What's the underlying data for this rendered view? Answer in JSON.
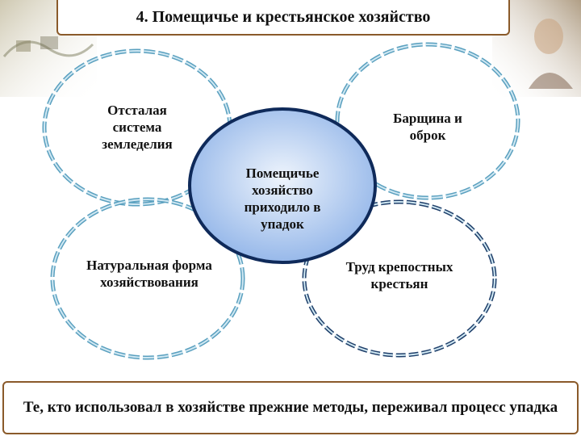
{
  "title": "4. Помещичье и крестьянское хозяйство",
  "center": {
    "text": "Помещичье хозяйство приходило в упадок"
  },
  "factors": [
    {
      "text": "Отсталая система земледелия"
    },
    {
      "text": "Барщина и оброк"
    },
    {
      "text": "Натуральная форма хозяйствования"
    },
    {
      "text": "Труд крепостных крестьян"
    }
  ],
  "conclusion": "Те, кто использовал в хозяйстве прежние методы, переживал процесс упадка",
  "colors": {
    "ring_outer": "#5aa0bf",
    "ring_inner": "#cfe7f2",
    "center_fill": "#8fb3e8",
    "center_stroke": "#0f2a5a",
    "border": "#8a5a2a"
  }
}
